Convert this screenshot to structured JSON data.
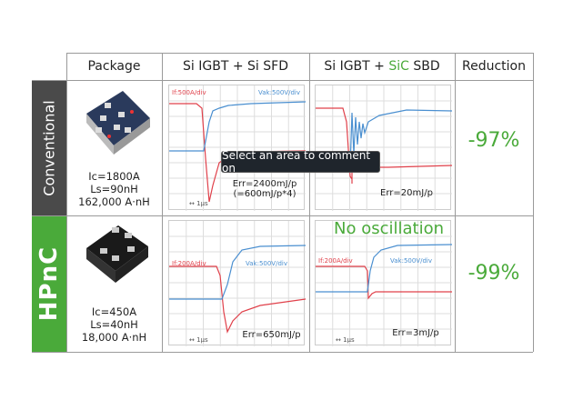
{
  "header": {
    "package": "Package",
    "col_sfd": "Si IGBT + Si SFD",
    "col_sbd_prefix": "Si IGBT + ",
    "col_sbd_sic": "SiC",
    "col_sbd_suffix": " SBD",
    "reduction": "Reduction"
  },
  "rows": [
    {
      "label": "Conventional",
      "ic": "Ic=1800A",
      "ls": "Ls=90nH",
      "prod": "162,000 A·nH",
      "sfd": {
        "if_label": "If:500A/div",
        "vak_label": "Vak:500V/div",
        "err": "Err=2400mJ/p",
        "err2": "(=600mJ/p*4)",
        "time": "1μs"
      },
      "sbd": {
        "err": "Err=20mJ/p"
      },
      "reduction": "-97%"
    },
    {
      "label": "HPnC",
      "ic": "Ic=450A",
      "ls": "Ls=40nH",
      "prod": "18,000 A·nH",
      "sfd": {
        "if_label": "If:200A/div",
        "vak_label": "Vak:500V/div",
        "err": "Err=650mJ/p",
        "time": "1μs"
      },
      "sbd": {
        "if_label": "If:200A/div",
        "vak_label": "Vak:500V/div",
        "err": "Err=3mJ/p",
        "time": "1μs",
        "note": "No oscillation"
      },
      "reduction": "-99%"
    }
  ],
  "tooltip": "Select an area to comment on",
  "colors": {
    "green": "#4aaa3a",
    "dark": "#4a4a4a",
    "red_trace": "#e0404a",
    "blue_trace": "#4a8fd0"
  }
}
